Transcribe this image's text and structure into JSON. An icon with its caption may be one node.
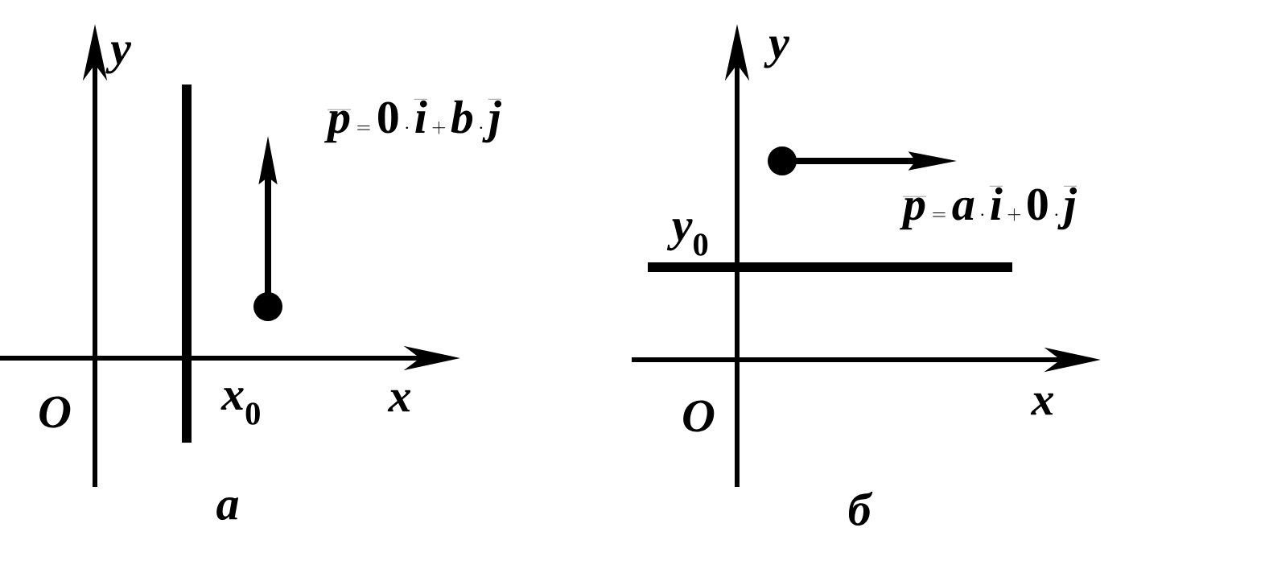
{
  "diagram": {
    "labels": [
      "y",
      "\\overline{p}=0\\cdot\\overline{i}+b\\cdot\\overline{j}",
      "y",
      "\\overline{p}=a\\cdot\\overline{i}+0\\cdot\\overline{j}",
      "y_0",
      "O",
      "x_0",
      "x",
      "O",
      "x",
      "а",
      "б"
    ]
  }
}
